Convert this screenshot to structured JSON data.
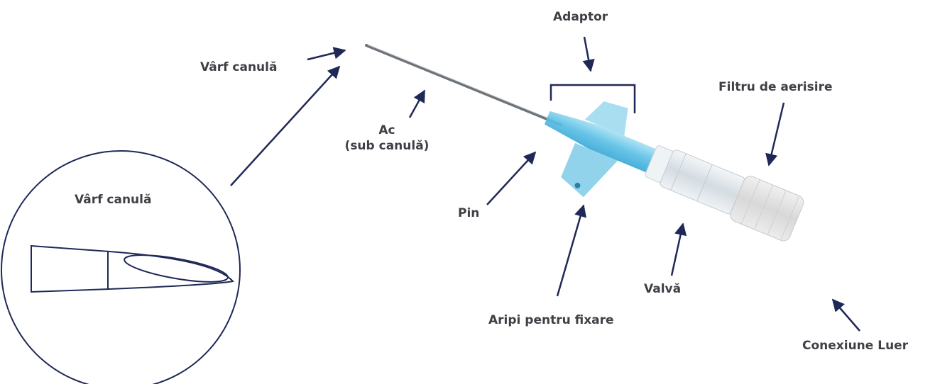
{
  "labels": {
    "adaptor": "Adaptor",
    "varf_canula_top": "Vârf canulă",
    "filtru": "Filtru de aerisire",
    "ac_line1": "Ac",
    "ac_line2": "(sub canulă)",
    "pin": "Pin",
    "varf_canula_circle": "Vârf canulă",
    "valva": "Valvă",
    "aripi": "Aripi pentru fixare",
    "conexiune": "Conexiune Luer"
  },
  "colors": {
    "arrow": "#1f2957",
    "label": "#3f3f46",
    "catheter_blue": "#6cc6e6",
    "catheter_body": "#dfe5ea",
    "needle": "#6d7378"
  }
}
